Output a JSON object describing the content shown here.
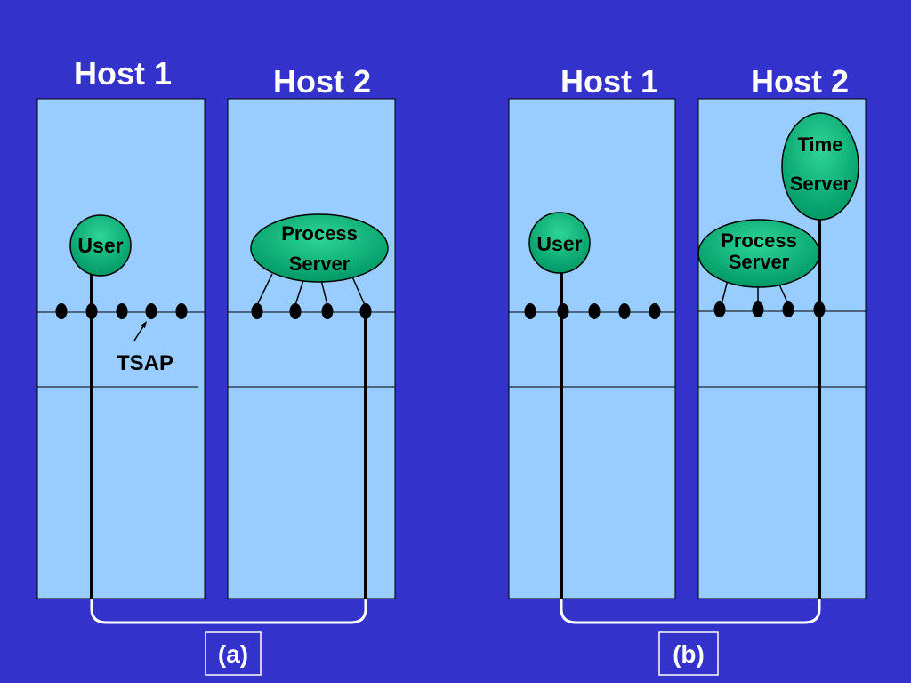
{
  "diagram_a": {
    "host1_title": "Host 1",
    "host2_title": "Host 2",
    "user_label": "User",
    "process_server_label": [
      "Process",
      "Server"
    ],
    "tsap_label": "TSAP",
    "caption": "(a)"
  },
  "diagram_b": {
    "host1_title": "Host 1",
    "host2_title": "Host 2",
    "user_label": "User",
    "process_server_label": [
      "Process",
      "Server"
    ],
    "time_server_label": [
      "Time",
      "Server"
    ],
    "caption": "(b)"
  },
  "colors": {
    "background": "#3333CC",
    "host_fill": "#99CCFF",
    "node_fill": "#00A870",
    "caption_border": "#FFFFFF"
  }
}
